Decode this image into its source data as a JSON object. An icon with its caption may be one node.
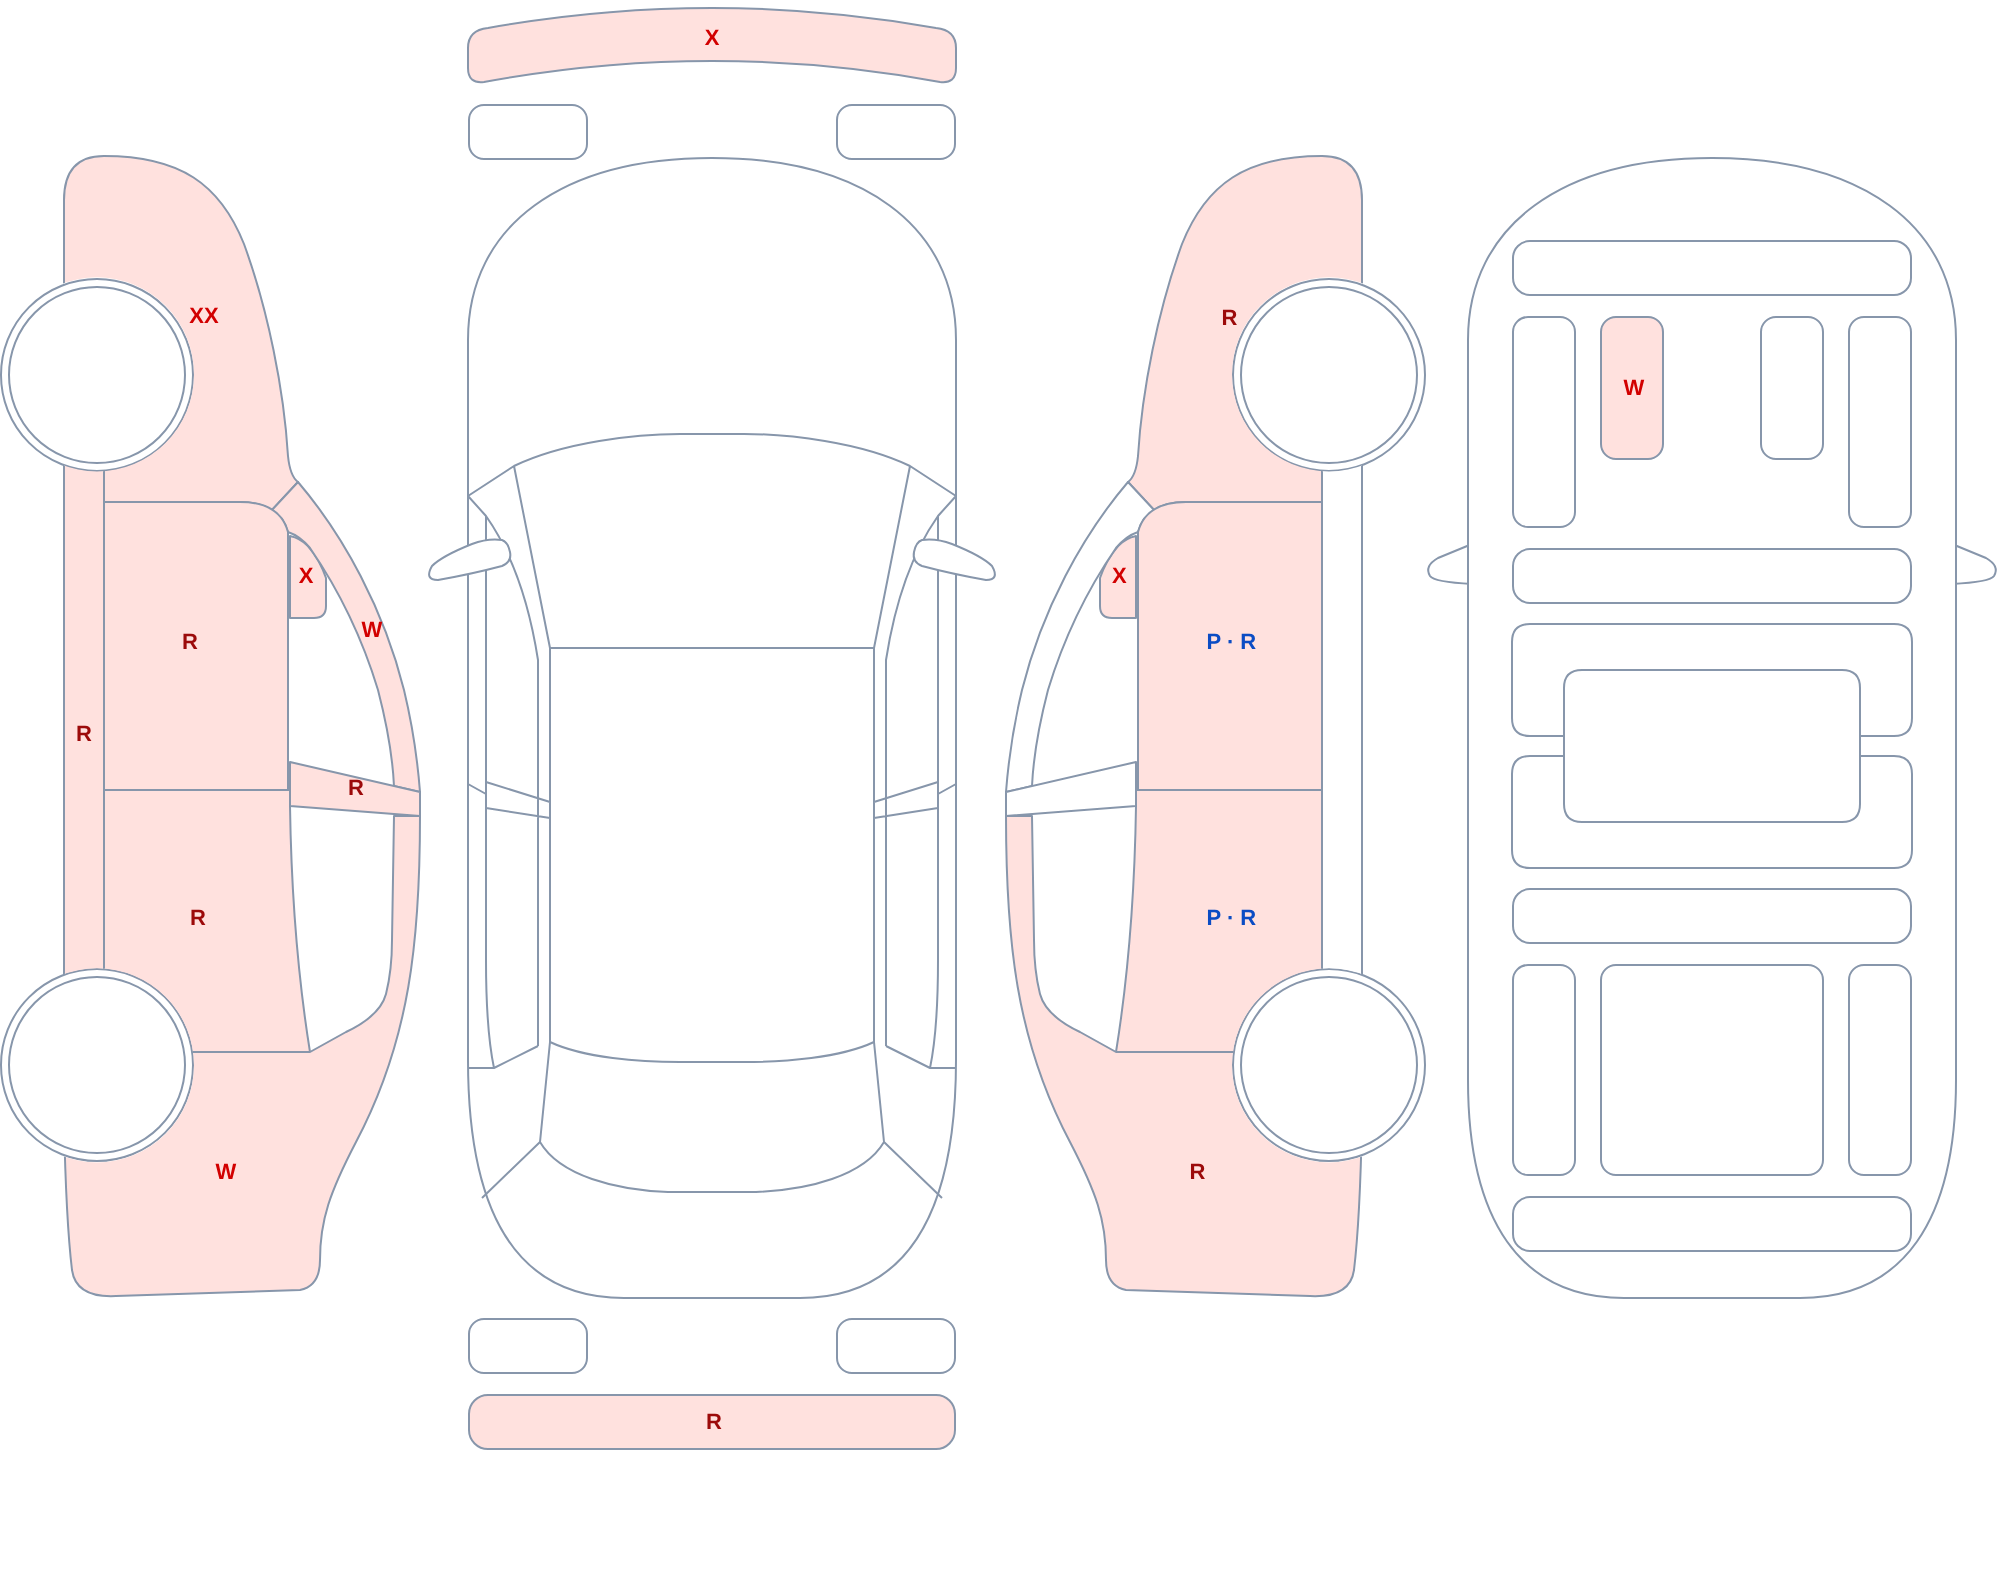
{
  "diagram": {
    "nodes": [
      {
        "text": [
          "XX"
        ]
      },
      {
        "text": [
          "X"
        ]
      },
      {
        "text": [
          "W"
        ]
      },
      {
        "text": [
          "R"
        ]
      },
      {
        "text": [
          "R"
        ]
      },
      {
        "text": [
          "R"
        ]
      },
      {
        "text": [
          "R"
        ]
      },
      {
        "text": [
          "W"
        ]
      },
      {
        "text": [
          "X"
        ]
      },
      {
        "text": [],
        "shape": "box"
      },
      {
        "text": [],
        "shape": "box"
      },
      {
        "text": [],
        "shape": "box"
      },
      {
        "text": [],
        "shape": "box"
      },
      {
        "text": [
          "R"
        ]
      },
      {
        "text": [
          "R"
        ]
      },
      {
        "text": [
          "X"
        ]
      },
      {
        "text": [],
        "shape": "bar"
      },
      {
        "text": [
          "P · R"
        ]
      },
      {
        "text": [],
        "shape": "bar"
      },
      {
        "text": [],
        "shape": "bar"
      },
      {
        "text": [
          "P · R"
        ]
      },
      {
        "text": [
          "R"
        ]
      },
      {
        "text": [],
        "shape": "box"
      },
      {
        "text": [],
        "shape": "box"
      },
      {
        "text": [
          "W"
        ]
      },
      {
        "text": [],
        "shape": "box"
      },
      {
        "text": [],
        "shape": "box"
      },
      {
        "text": [],
        "shape": "box"
      },
      {
        "text": [],
        "shape": "box"
      },
      {
        "text": [],
        "shape": "box"
      },
      {
        "text": [],
        "shape": "box"
      },
      {
        "text": [],
        "shape": "box"
      },
      {
        "text": [],
        "shape": "box"
      }
    ]
  }
}
